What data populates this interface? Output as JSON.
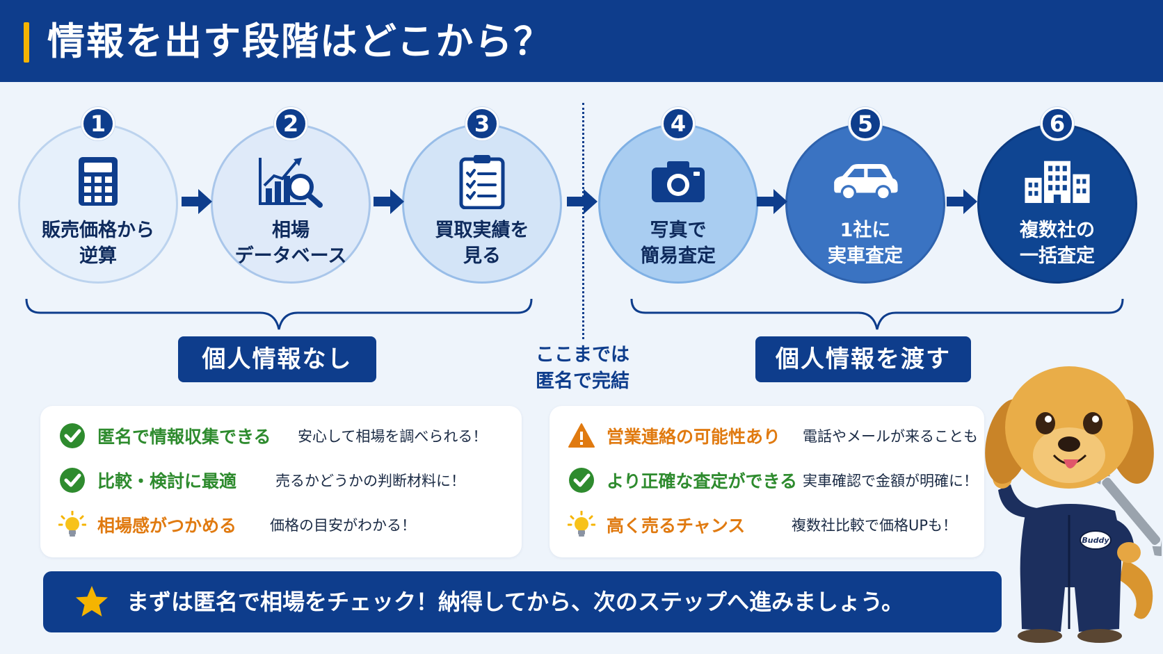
{
  "title": "情報を出す段階はどこから？",
  "colors": {
    "navy": "#0e3d8c",
    "accent_yellow": "#f5b400",
    "check_green": "#2e8b2e",
    "warn_orange": "#e07a10"
  },
  "steps": [
    {
      "number": "1",
      "label": "販売価格から\n逆算",
      "icon": "calculator-icon"
    },
    {
      "number": "2",
      "label": "相場\nデータベース",
      "icon": "chart-magnifier-icon"
    },
    {
      "number": "3",
      "label": "買取実績を\n見る",
      "icon": "clipboard-checklist-icon"
    },
    {
      "number": "4",
      "label": "写真で\n簡易査定",
      "icon": "camera-icon"
    },
    {
      "number": "5",
      "label": "1社に\n実車査定",
      "icon": "car-icon"
    },
    {
      "number": "6",
      "label": "複数社の\n一括査定",
      "icon": "buildings-icon"
    }
  ],
  "groups": {
    "left": "個人情報なし",
    "right": "個人情報を渡す"
  },
  "anonymous_note": "ここまでは\n匿名で完結",
  "benefits_left": [
    {
      "icon": "check-icon",
      "head": "匿名で情報収集できる",
      "desc": "安心して相場を調べられる！"
    },
    {
      "icon": "check-icon",
      "head": "比較・検討に最適",
      "desc": "売るかどうかの判断材料に！"
    },
    {
      "icon": "lightbulb-icon",
      "head": "相場感がつかめる",
      "desc": "価格の目安がわかる！"
    }
  ],
  "benefits_right": [
    {
      "icon": "warning-icon",
      "head": "営業連絡の可能性あり",
      "desc": "電話やメールが来ることも"
    },
    {
      "icon": "check-icon",
      "head": "より正確な査定ができる",
      "desc": "実車確認で金額が明確に！"
    },
    {
      "icon": "lightbulb-icon",
      "head": "高く売るチャンス",
      "desc": "複数社比較で価格UPも！"
    }
  ],
  "banner": "まずは匿名で相場をチェック！納得してから、次のステップへ進みましょう。",
  "mascot": {
    "name_tag": "Buddy"
  }
}
